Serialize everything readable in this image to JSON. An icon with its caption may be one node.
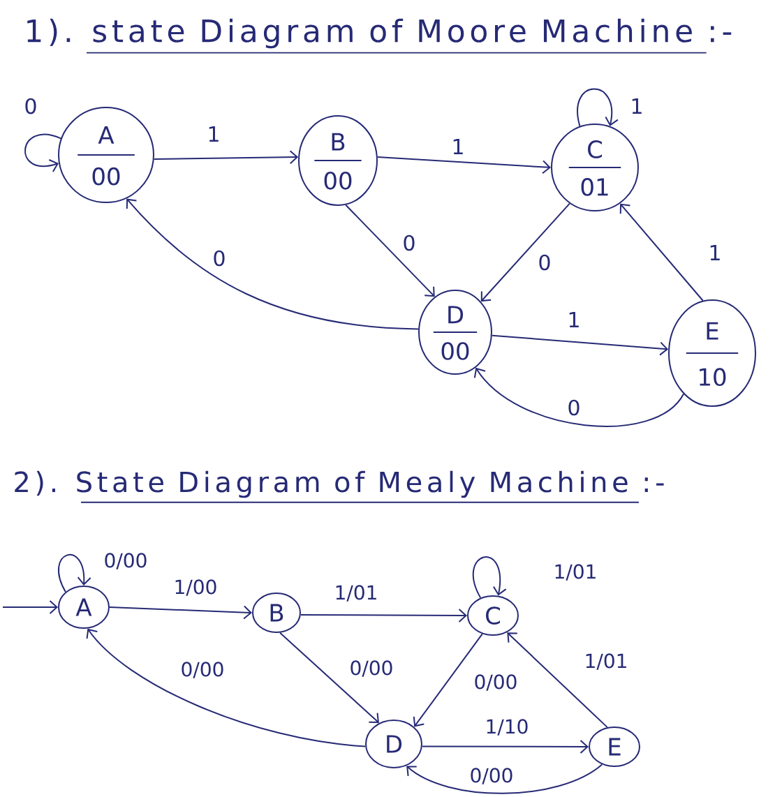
{
  "diagram": {
    "nodes": [
      {
        "text": [
          "A",
          "00"
        ]
      },
      {
        "text": [
          "B",
          "00"
        ]
      },
      {
        "text": [
          "C",
          "01"
        ]
      },
      {
        "text": [
          "D",
          "00"
        ]
      },
      {
        "text": [
          "E",
          "10"
        ]
      },
      {
        "text": [
          "A"
        ]
      },
      {
        "text": [
          "B"
        ]
      },
      {
        "text": [
          "C"
        ]
      },
      {
        "text": [
          "D"
        ]
      },
      {
        "text": [
          "E"
        ]
      }
    ],
    "edges": [
      {
        "from": 0,
        "to": 0,
        "arrow": "to",
        "label": "0"
      },
      {
        "from": 0,
        "to": 1,
        "arrow": "to",
        "label": "1"
      },
      {
        "from": 1,
        "to": 2,
        "arrow": "to",
        "label": "1"
      },
      {
        "from": 2,
        "to": 2,
        "arrow": "to",
        "label": "1"
      },
      {
        "from": 1,
        "to": 3,
        "arrow": "to",
        "label": "0"
      },
      {
        "from": 2,
        "to": 3,
        "arrow": "to",
        "label": "0"
      },
      {
        "from": 3,
        "to": 0,
        "arrow": "to",
        "label": "0"
      },
      {
        "from": 3,
        "to": 4,
        "arrow": "to",
        "label": "1"
      },
      {
        "from": 4,
        "to": 2,
        "arrow": "to",
        "label": "1"
      },
      {
        "from": 4,
        "to": 3,
        "arrow": "to",
        "label": "0"
      },
      {
        "from": null,
        "to": 5,
        "arrow": "to"
      },
      {
        "from": 5,
        "to": 5,
        "arrow": "to",
        "label": "0/00"
      },
      {
        "from": 5,
        "to": 6,
        "arrow": "to",
        "label": "1/00"
      },
      {
        "from": 6,
        "to": 7,
        "arrow": "to",
        "label": "1/01"
      },
      {
        "from": 7,
        "to": 7,
        "arrow": "to",
        "label": "1/01"
      },
      {
        "from": 6,
        "to": 8,
        "arrow": "to",
        "label": "0/00"
      },
      {
        "from": 7,
        "to": 8,
        "arrow": "to",
        "label": "0/00"
      },
      {
        "from": 8,
        "to": 5,
        "arrow": "to",
        "label": "0/00"
      },
      {
        "from": 8,
        "to": 9,
        "arrow": "to",
        "label": "1/10"
      },
      {
        "from": 9,
        "to": 7,
        "arrow": "to",
        "label": "1/01"
      },
      {
        "from": 9,
        "to": 8,
        "arrow": "to",
        "label": "0/00"
      }
    ],
    "labels": [
      "1). state Diagram of Moore Machine :-",
      "2). State Diagram of Mealy Machine :-"
    ]
  }
}
